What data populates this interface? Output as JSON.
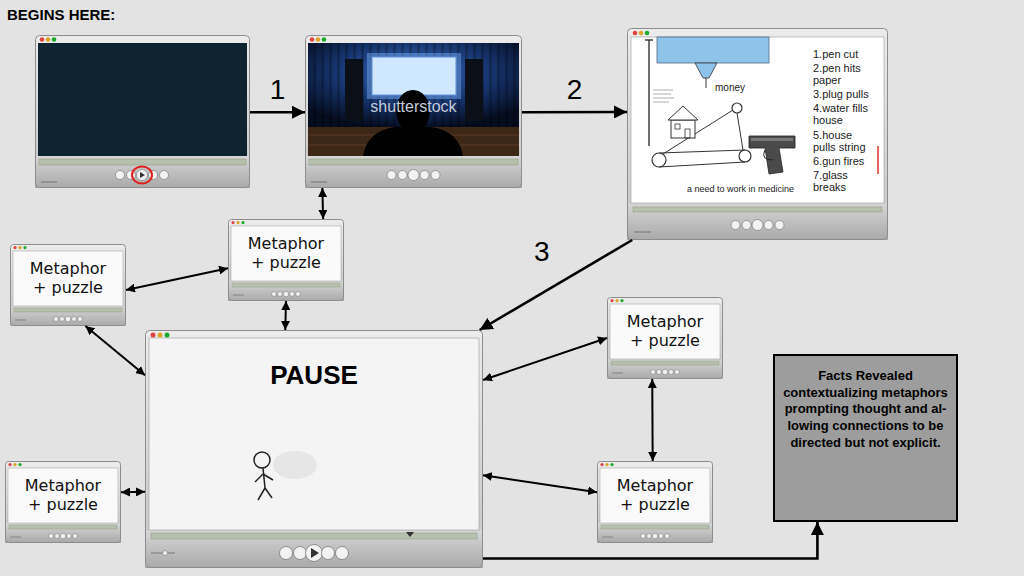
{
  "diagram": {
    "nodes": [
      {
        "text": [
          "BEGINS HERE:"
        ]
      },
      {
        "text": [
          "shutterstock"
        ]
      },
      {
        "text": [
          "1.pen cut",
          "2.pen hits paper",
          "3.plug pulls",
          "4.water fills house",
          "5.house pulls string",
          "6.gun fires",
          "7.glass breaks",
          "money",
          "a need to work in medicine"
        ]
      },
      {
        "text": [
          "Metaphor + puzzle"
        ]
      },
      {
        "text": [
          "Metaphor + puzzle"
        ]
      },
      {
        "text": [
          "Metaphor + puzzle"
        ]
      },
      {
        "text": [
          "PAUSE"
        ]
      },
      {
        "text": [
          "Facts Revealed contextualizing metaphors prompting thought and al- lowing connections to be directed but not explicit."
        ]
      },
      {
        "text": [
          "Metaphor + puzzle"
        ]
      },
      {
        "text": [
          "Metaphor + puzzle"
        ]
      }
    ],
    "edges": [
      {
        "from": 0,
        "to": 1,
        "arrow": "to",
        "label": "1"
      },
      {
        "from": 1,
        "to": 2,
        "arrow": "to",
        "label": "2"
      },
      {
        "from": 2,
        "to": 6,
        "arrow": "to",
        "label": "3"
      },
      {
        "from": 1,
        "to": 3,
        "arrow": "both"
      },
      {
        "from": 3,
        "to": 4,
        "arrow": "both"
      },
      {
        "from": 3,
        "to": 6,
        "arrow": "both"
      },
      {
        "from": 4,
        "to": 6,
        "arrow": "both"
      },
      {
        "from": 8,
        "to": 6,
        "arrow": "both"
      },
      {
        "from": 6,
        "to": 5,
        "arrow": "both"
      },
      {
        "from": 5,
        "to": 9,
        "arrow": "both"
      },
      {
        "from": 6,
        "to": 9,
        "arrow": "both"
      },
      {
        "from": 6,
        "to": 7,
        "arrow": "to"
      }
    ]
  }
}
